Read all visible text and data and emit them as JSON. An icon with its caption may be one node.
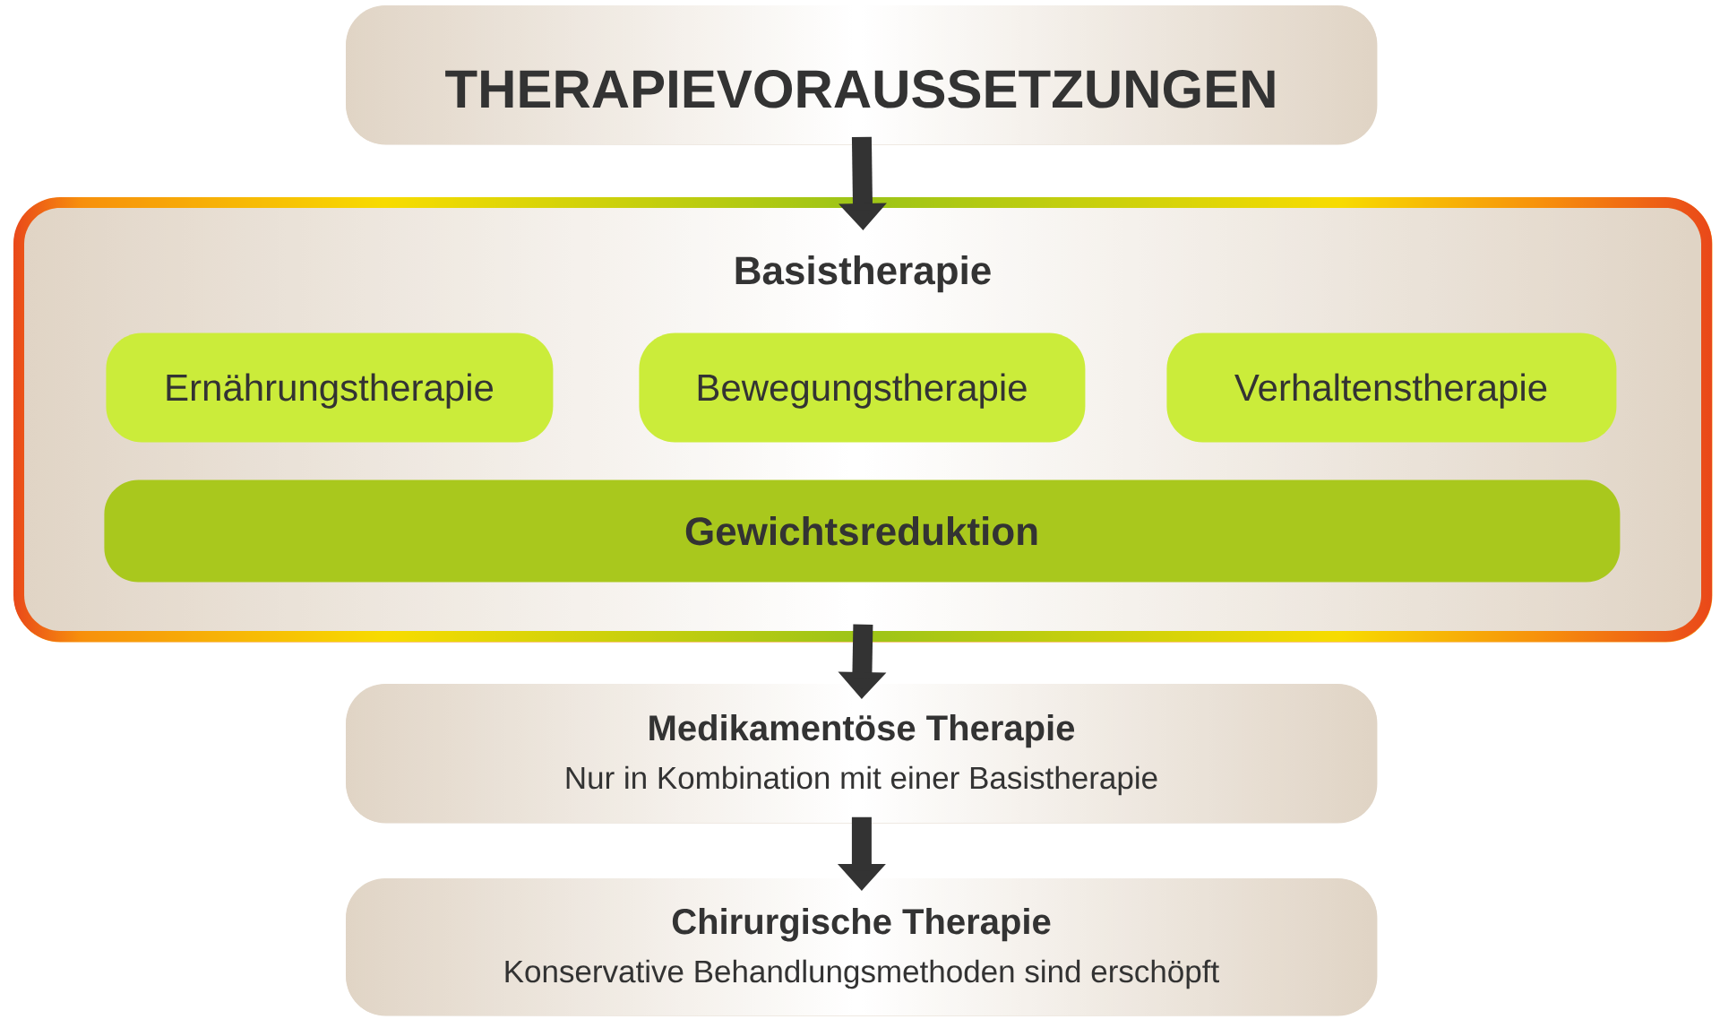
{
  "diagram": {
    "nodes": [
      {
        "text": [
          "THERAPIEVORAUSSETZUNGEN"
        ]
      },
      {
        "text": [
          "Basistherapie"
        ]
      },
      {
        "text": [
          "Ernährungstherapie"
        ],
        "in": 1
      },
      {
        "text": [
          "Bewegungstherapie"
        ],
        "in": 1
      },
      {
        "text": [
          "Verhaltenstherapie"
        ],
        "in": 1
      },
      {
        "text": [
          "Gewichtsreduktion"
        ],
        "in": 1
      },
      {
        "text": [
          "Medikamentöse Therapie",
          "Nur in Kombination mit einer Basistherapie"
        ]
      },
      {
        "text": [
          "Chirurgische Therapie",
          "Konservative Behandlungsmethoden sind erschöpft"
        ]
      }
    ],
    "edges": [
      {
        "from": 0,
        "to": 1,
        "arrow": "to"
      },
      {
        "from": 1,
        "to": 6,
        "arrow": "to"
      },
      {
        "from": 6,
        "to": 7,
        "arrow": "to"
      }
    ]
  }
}
